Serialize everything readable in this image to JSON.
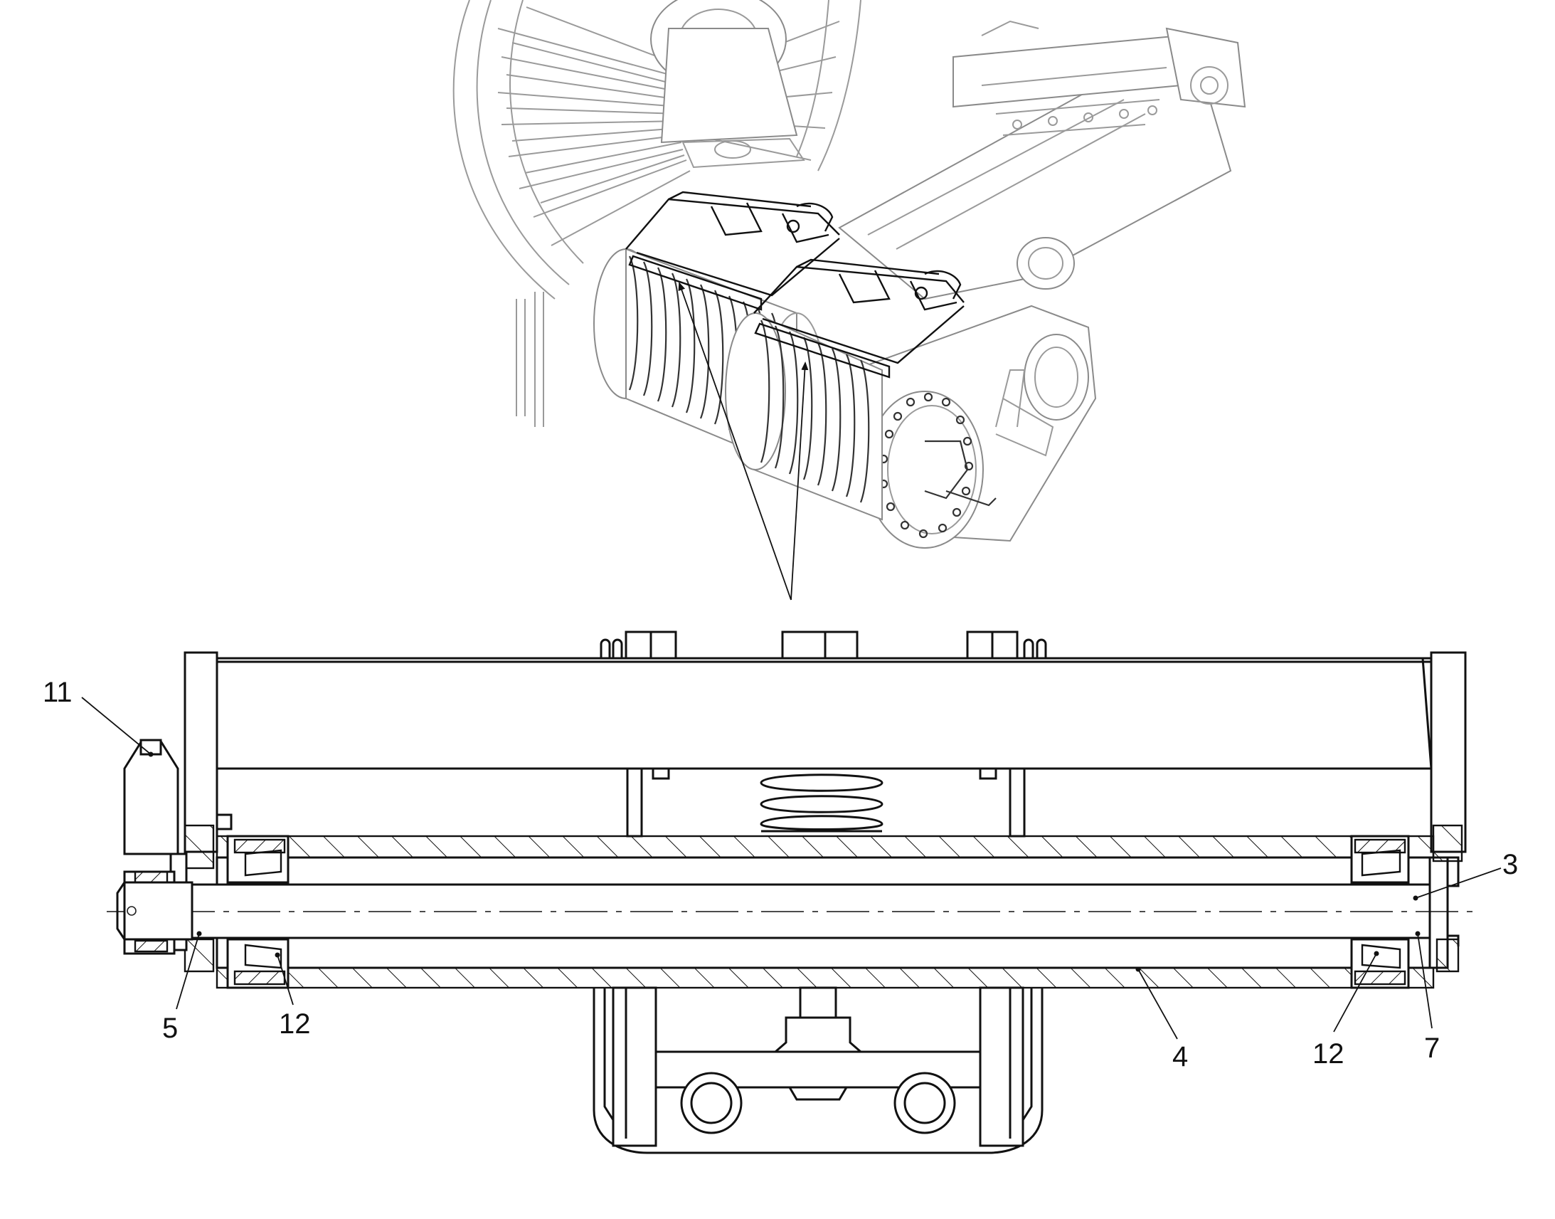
{
  "callouts": {
    "c11": "11",
    "c3": "3",
    "c5": "5",
    "c12a": "12",
    "c4": "4",
    "c12b": "12",
    "c7": "7"
  }
}
